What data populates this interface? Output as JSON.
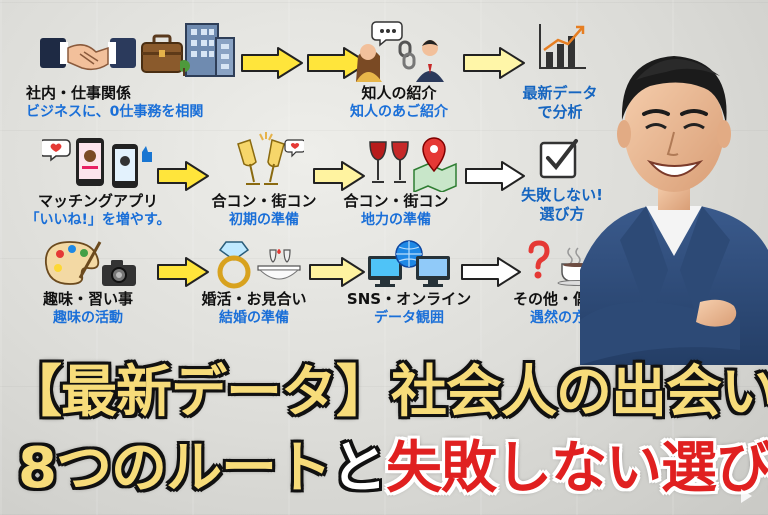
{
  "routes": [
    {
      "line1": "社内・仕事関係",
      "line2": "ビジネスに、0仕事務を相関"
    },
    {
      "line1": "知人の紹介",
      "line2": "知人のあご紹介"
    },
    {
      "line1": "最新データ",
      "line2": "で分析"
    },
    {
      "line1": "マッチングアプリ",
      "line2": "「いいね!」を増やす。"
    },
    {
      "line1": "合コン・街コン",
      "line2": "初期の準備"
    },
    {
      "line1": "合コン・街コン",
      "line2": "地力の準備"
    },
    {
      "line1": "失敗しない!",
      "line2": "選び方"
    },
    {
      "line1": "趣味・習い事",
      "line2": "趣味の活動"
    },
    {
      "line1": "婚活・お見合い",
      "line2": "結婚の準備"
    },
    {
      "line1": "SNS・オンライン",
      "line2": "データ観囲"
    },
    {
      "line1": "その他・偶然",
      "line2": "遇然の方"
    }
  ],
  "headline": {
    "line1": "【最新データ】社会人の出会いの形",
    "line2_part1": "8つのルート",
    "line2_part2": "と",
    "line2_part3": "失敗しない選び方"
  },
  "icons": [
    "handshake-icon",
    "briefcase-icon",
    "office-building-icon",
    "couple-chat-icon",
    "chain-link-icon",
    "bar-chart-icon",
    "phone-match-icon",
    "champagne-toast-icon",
    "wine-glasses-icon",
    "map-pin-icon",
    "checkmark-icon",
    "paint-palette-icon",
    "camera-icon",
    "diamond-ring-icon",
    "dinner-table-icon",
    "computer-globe-icon",
    "question-mark-icon",
    "coffee-cup-icon"
  ],
  "colors": {
    "arrow": "#ffe53b",
    "accent_blue": "#1565c0",
    "headline_red": "#e02020",
    "headline_gold": "#f4cf55"
  }
}
